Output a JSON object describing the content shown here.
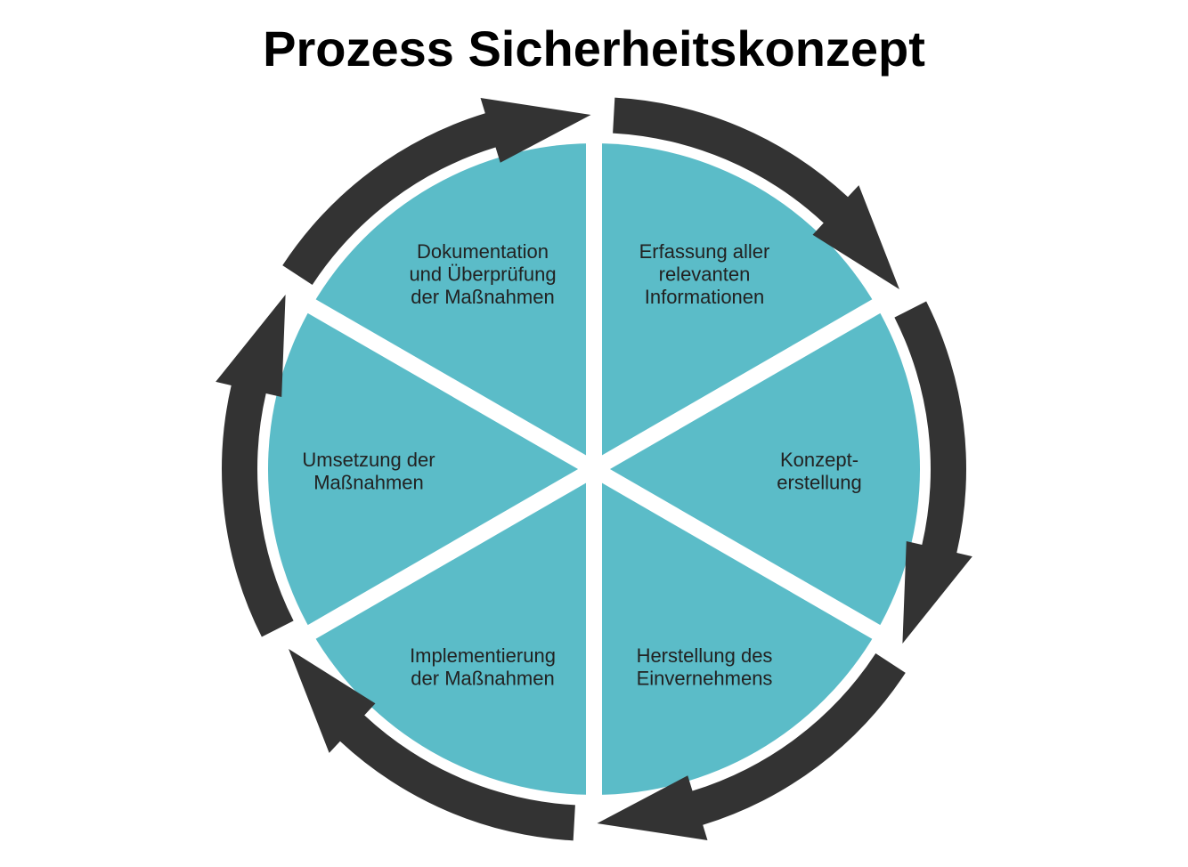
{
  "title": "Prozess Sicherheitskonzept",
  "colors": {
    "segment_fill": "#5bbcc8",
    "arrow_fill": "#333333",
    "separator": "#ffffff",
    "label_text": "#222222",
    "title_text": "#000000"
  },
  "steps": [
    {
      "lines": [
        "Erfassung aller",
        "relevanten",
        "Informationen"
      ]
    },
    {
      "lines": [
        "Konzept-",
        "erstellung"
      ]
    },
    {
      "lines": [
        "Herstellung des",
        "Einvernehmens"
      ]
    },
    {
      "lines": [
        "Implementierung",
        "der Maßnahmen"
      ]
    },
    {
      "lines": [
        "Umsetzung der",
        "Maßnahmen"
      ]
    },
    {
      "lines": [
        "Dokumentation",
        "und Überprüfung",
        "der Maßnahmen"
      ]
    }
  ]
}
